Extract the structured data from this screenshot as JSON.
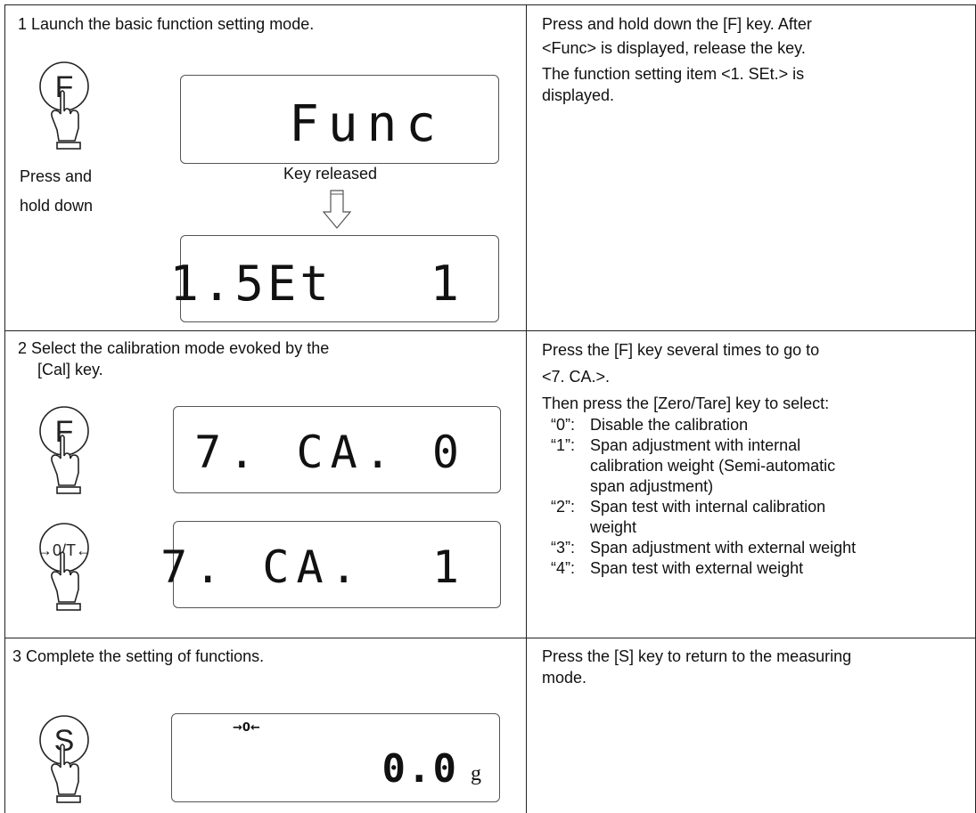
{
  "row1": {
    "step_title": "1   Launch the basic function setting mode.",
    "key_label": "F",
    "press_label_1": "Press and",
    "press_label_2": "hold down",
    "display_1": "Func",
    "released_label": "Key released",
    "display_2": "1.5Et   1",
    "desc_1": "Press and hold down the [F] key. After",
    "desc_2": "<Func> is displayed, release the key.",
    "desc_3": "The function setting item <1. SEt.> is",
    "desc_4": "displayed."
  },
  "row2": {
    "step_title_1": "2   Select the calibration mode evoked by the",
    "step_title_2": "[Cal] key.",
    "key1_label": "F",
    "key2_label": "→0/T←",
    "display_1": "7. CA. 0",
    "display_2": "7. CA.  1",
    "desc_1": "Press the [F] key several times to go to",
    "desc_2": "<7.   CA.>.",
    "desc_3": "Then press the [Zero/Tare] key to select:",
    "options": [
      {
        "code": "“0”:",
        "lines": [
          "Disable the calibration"
        ]
      },
      {
        "code": "“1”:",
        "lines": [
          "Span adjustment with internal",
          "calibration weight (Semi-automatic",
          "span adjustment)"
        ]
      },
      {
        "code": "“2”:",
        "lines": [
          "Span test with internal calibration",
          "weight"
        ]
      },
      {
        "code": "“3”:",
        "lines": [
          "Span adjustment with external weight"
        ]
      },
      {
        "code": "“4”:",
        "lines": [
          "Span test with external weight"
        ]
      }
    ]
  },
  "row3": {
    "step_title": " 3 Complete the setting of functions.",
    "key_label": "S",
    "zero_indicator": "→0←",
    "display": "0.0",
    "unit": "g",
    "desc_1": "Press the [S] key to return to the measuring",
    "desc_2": "mode."
  }
}
